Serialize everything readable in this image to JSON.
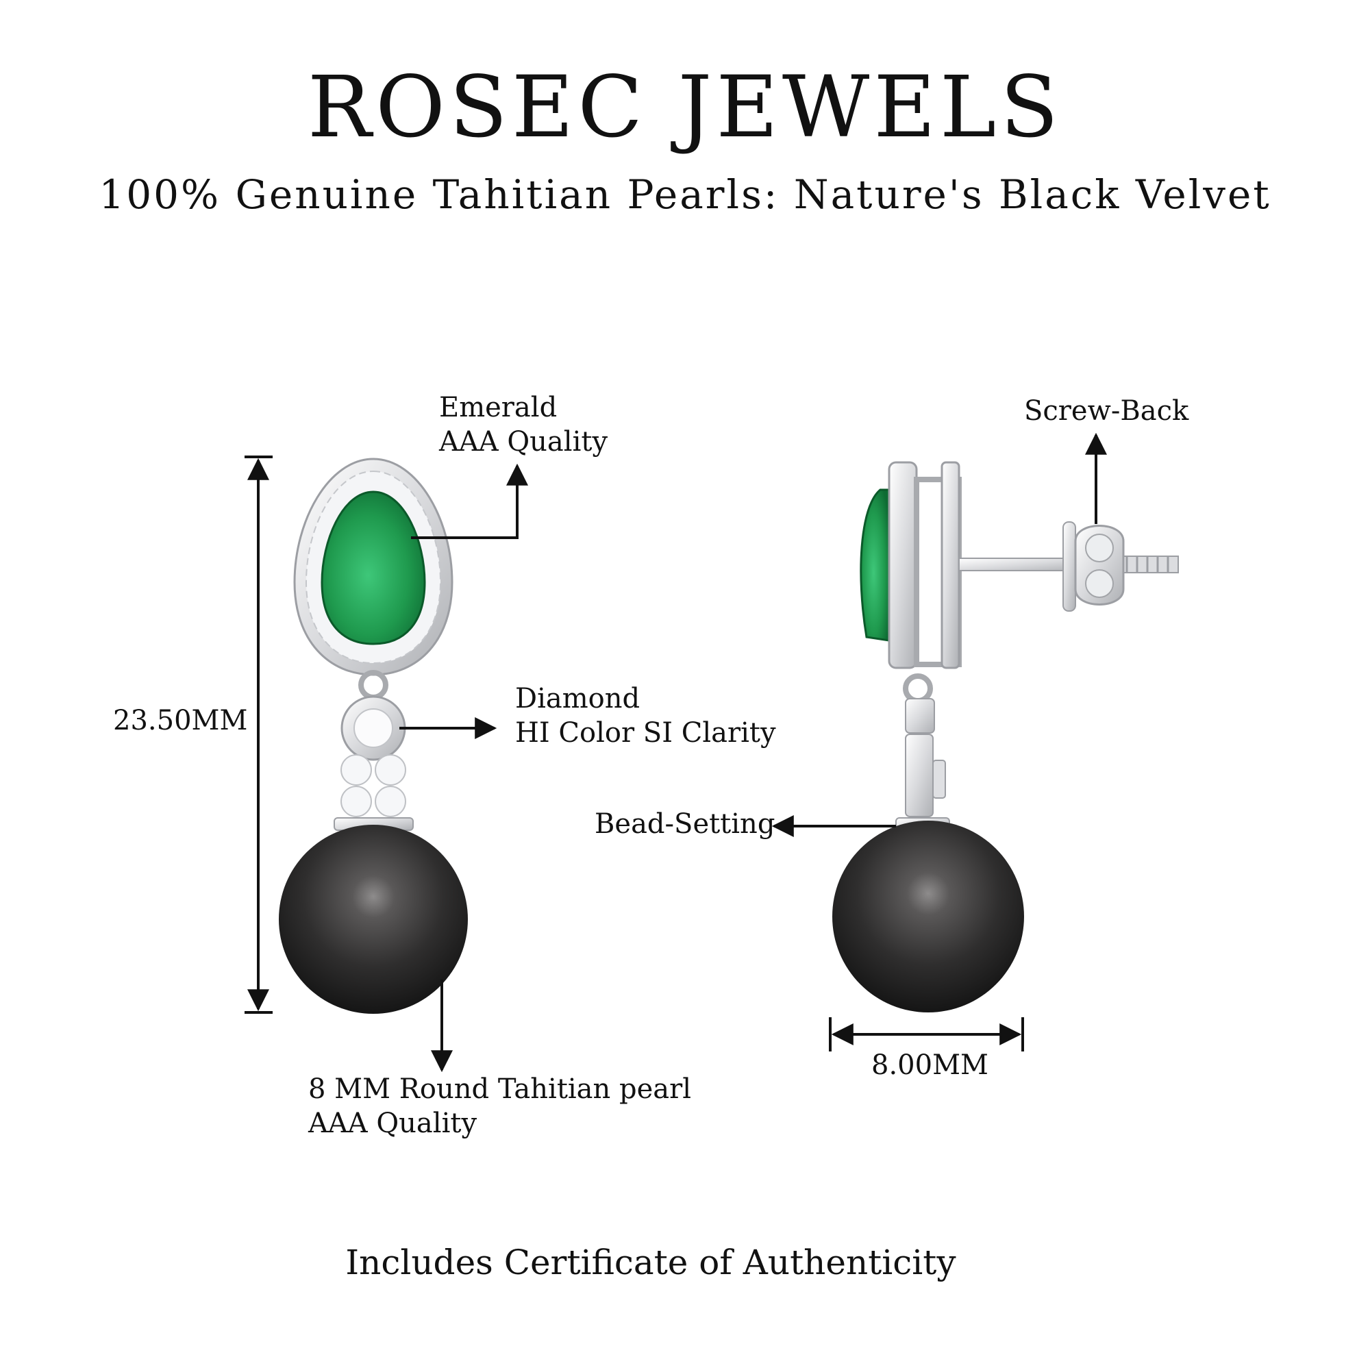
{
  "header": {
    "brand": "ROSEC JEWELS",
    "tagline": "100% Genuine Tahitian Pearls: Nature's Black Velvet"
  },
  "front_view": {
    "height_dimension": "23.50MM",
    "callouts": {
      "emerald": {
        "name": "Emerald",
        "quality": "AAA Quality"
      },
      "diamond": {
        "name": "Diamond",
        "quality": "HI Color SI Clarity"
      },
      "pearl": {
        "name": "8 MM Round Tahitian pearl",
        "quality": "AAA Quality"
      }
    }
  },
  "side_view": {
    "width_dimension": "8.00MM",
    "callouts": {
      "screw_back": "Screw-Back",
      "bead_setting": "Bead-Setting"
    }
  },
  "footer": {
    "certificate": "Includes Certificate of Authenticity"
  },
  "colors": {
    "emerald": "#1f9a4e",
    "pearl": "#3b3a3a",
    "metal": "#e6e7ea",
    "text": "#111111"
  }
}
